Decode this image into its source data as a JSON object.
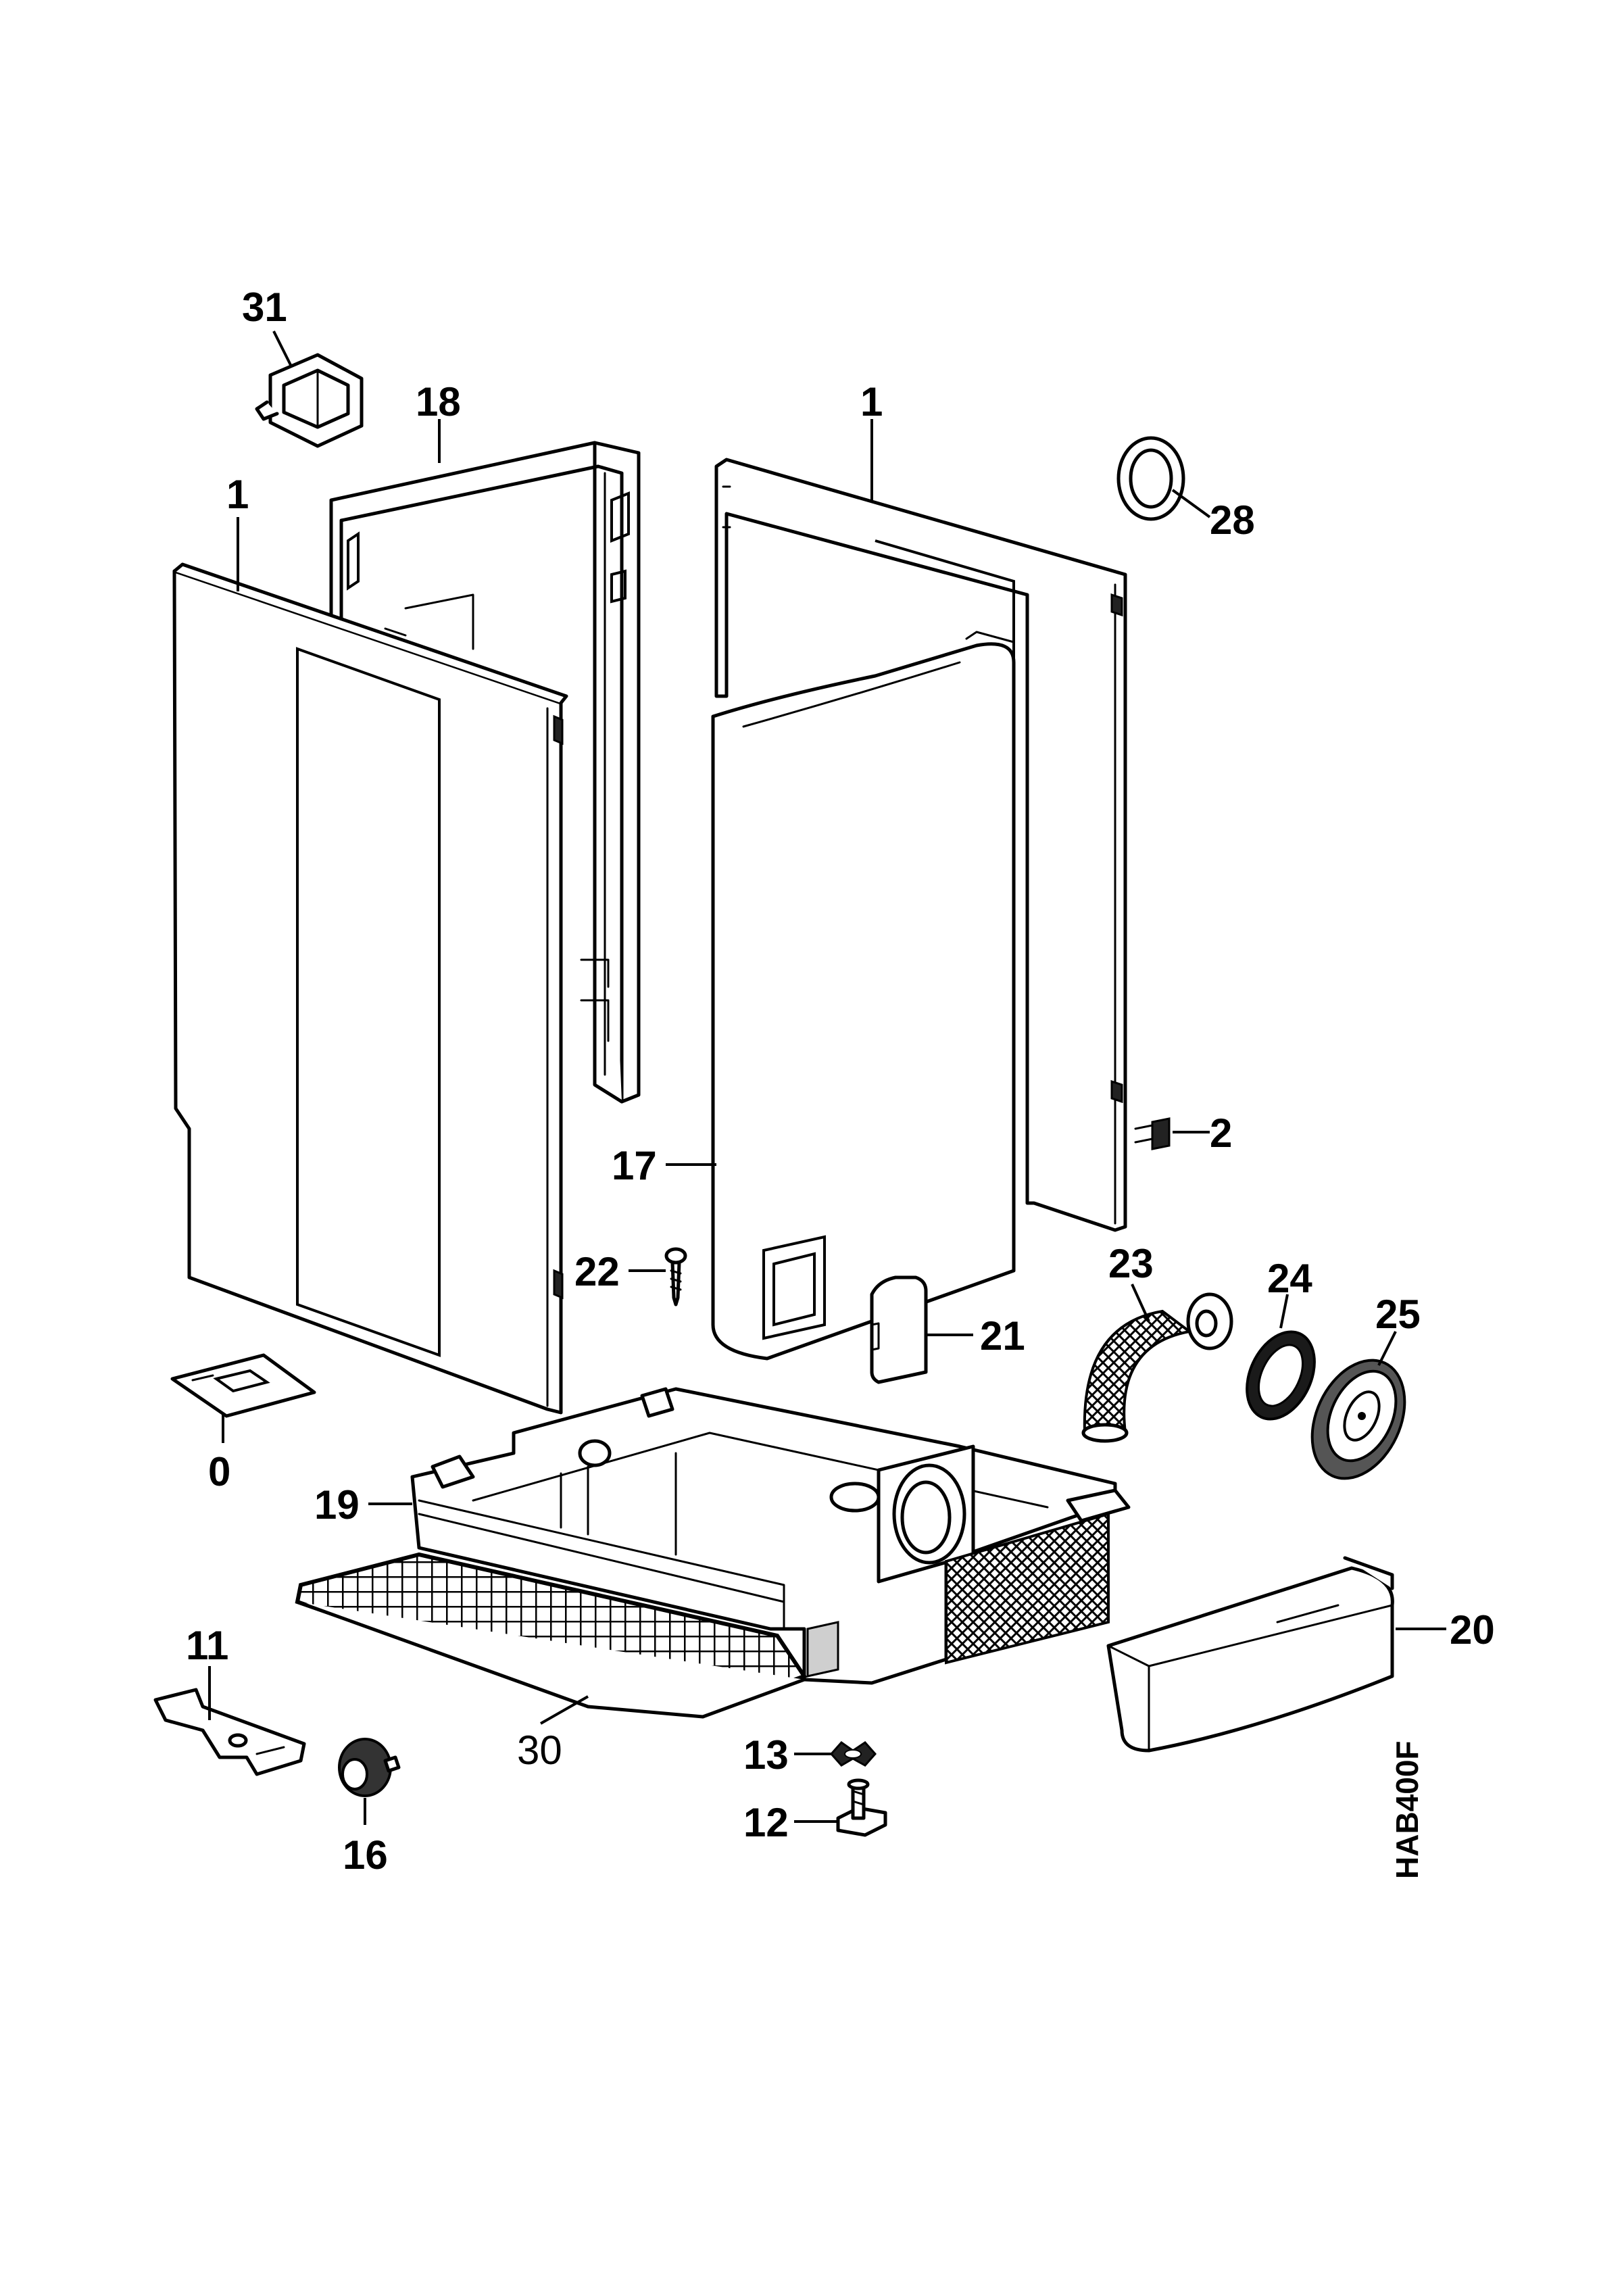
{
  "diagram": {
    "drawing_code": "HAB400F",
    "callouts": {
      "c31": "31",
      "c18": "18",
      "c1_left": "1",
      "c1_right": "1",
      "c28": "28",
      "c2": "2",
      "c17": "17",
      "c22": "22",
      "c23": "23",
      "c24": "24",
      "c25": "25",
      "c21": "21",
      "c0": "0",
      "c19": "19",
      "c20": "20",
      "c11": "11",
      "c30": "30",
      "c13": "13",
      "c12": "12",
      "c16": "16"
    }
  }
}
